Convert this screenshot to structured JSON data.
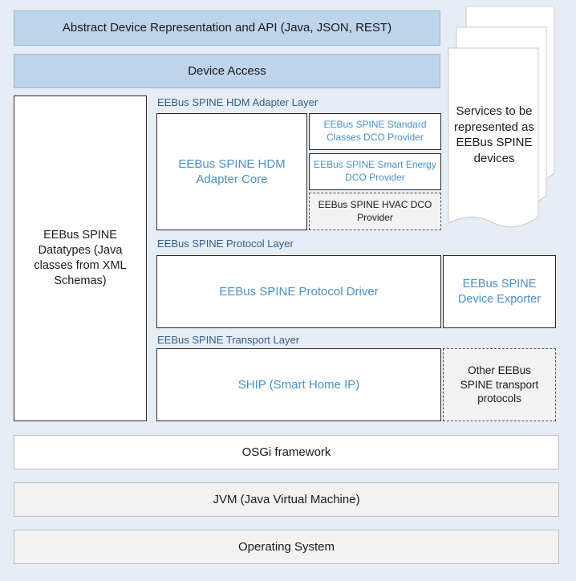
{
  "layers": {
    "api": "Abstract Device Representation and API (Java, JSON, REST)",
    "device_access": "Device Access",
    "datatypes": "EEBus SPINE Datatypes (Java classes from XML Schemas)",
    "services": "Services to be represented as EEBus SPINE devices",
    "hdm_layer_label": "EEBus SPINE HDM Adapter Layer",
    "hdm_core": "EEBus SPINE HDM Adapter Core",
    "standard_provider": "EEBus SPINE Standard Classes DCO Provider",
    "smart_energy_provider": "EEBus SPINE Smart Energy DCO Provider",
    "hvac_provider": "EEBus SPINE HVAC DCO Provider",
    "protocol_layer_label": "EEBus SPINE Protocol Layer",
    "protocol_driver": "EEBus SPINE Protocol Driver",
    "device_exporter": "EEBus SPINE Device Exporter",
    "transport_layer_label": "EEBus SPINE Transport Layer",
    "ship": "SHIP (Smart Home IP)",
    "other_transport": "Other EEBus SPINE transport protocols",
    "osgi": "OSGi framework",
    "jvm": "JVM (Java Virtual Machine)",
    "os": "Operating System"
  },
  "colors": {
    "background": "#e7edf4",
    "blue_box": "#bdd4ea",
    "link_text": "#4a90c8",
    "label_text": "#2f5e8c",
    "grey_box": "#f2f2f2"
  }
}
